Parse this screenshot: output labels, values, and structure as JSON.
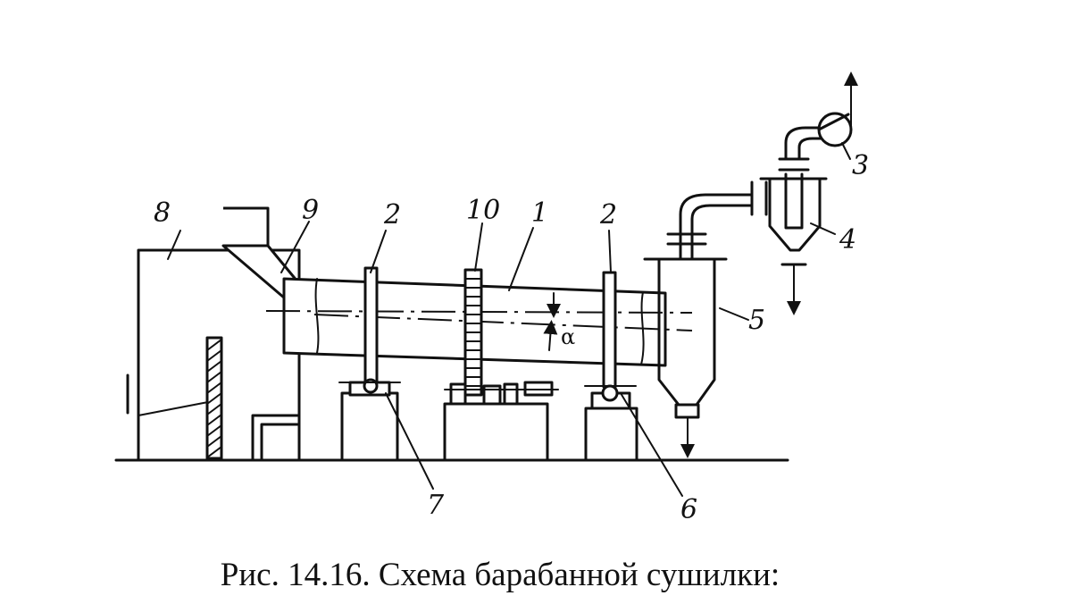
{
  "caption": "Рис. 14.16. Схема барабанной сушилки:",
  "labels": {
    "drum": "1",
    "support_ring_left": "2",
    "support_ring_right": "2",
    "fan": "3",
    "cyclone": "4",
    "unloading_chamber": "5",
    "support_roller": "6",
    "thrust_roller": "7",
    "furnace": "8",
    "feeder": "9",
    "gear_ring": "10",
    "angle": "α"
  }
}
